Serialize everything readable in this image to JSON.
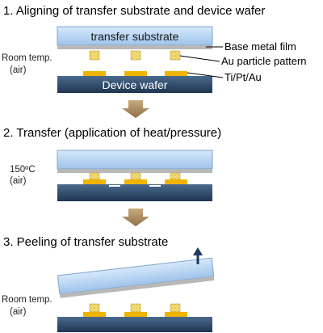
{
  "steps": {
    "s1": "1. Aligning of transfer substrate and device wafer",
    "s2": "2. Transfer (application of heat/pressure)",
    "s3": "3. Peeling of transfer substrate"
  },
  "conditions": {
    "c1_line1": "Room temp.",
    "c1_line2": "(air)",
    "c2_line1": "150ºC",
    "c2_line2": "(air)",
    "c3_line1": "Room temp.",
    "c3_line2": "(air)"
  },
  "labels": {
    "transfer_substrate": "transfer substrate",
    "device_wafer": "Device wafer",
    "base_metal_film": "Base metal film",
    "au_particle_pattern": "Au particle pattern",
    "ti_pt_au": "Ti/Pt/Au"
  },
  "colors": {
    "substrate": "#b9d7f4",
    "film": "#b8b8b8",
    "particle": "#f2d96b",
    "pad": "#f0b400",
    "wafer": "#2e4560",
    "arrow": "#a5855a",
    "pull_arrow": "#1f3a5f"
  }
}
